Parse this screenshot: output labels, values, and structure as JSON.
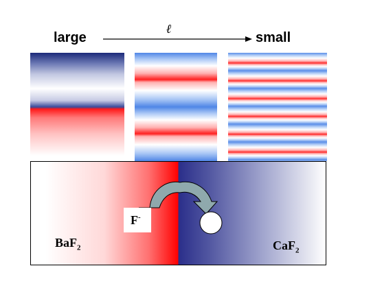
{
  "scale": {
    "left_label": "large",
    "right_label": "small",
    "symbol": "ℓ"
  },
  "interface": {
    "left_material": {
      "base": "BaF",
      "sub": "2"
    },
    "right_material": {
      "base": "CaF",
      "sub": "2"
    },
    "ion": {
      "base": "F",
      "sup": "-"
    }
  },
  "colors": {
    "red": "#ff0000",
    "blue": "#2a2e8a",
    "light_blue": "#4f86e6",
    "arrow_fill": "#8fa9ad"
  }
}
